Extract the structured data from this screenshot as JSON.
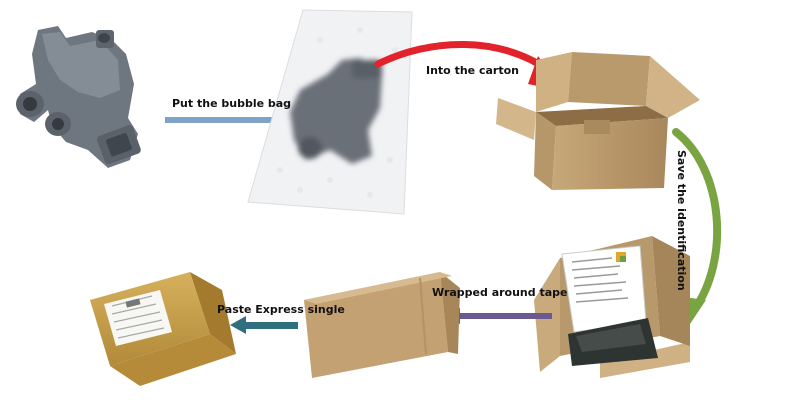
{
  "steps": {
    "bubble_bag": "Put the bubble bag",
    "into_carton": "Into the carton",
    "save_identification": "Save the identification",
    "wrapped_tape": "Wrapped around tape",
    "paste_express": "Paste Express single"
  },
  "colors": {
    "arrow_bubble": "#7ea3c9",
    "arrow_carton": "#e3232b",
    "arrow_identification": "#7aa342",
    "arrow_tape": "#6b5a8e",
    "arrow_express": "#2f6f7e",
    "part_gray": "#6e7680",
    "cardboard": "#c4a274",
    "tape_yellow": "#c9a24a"
  }
}
